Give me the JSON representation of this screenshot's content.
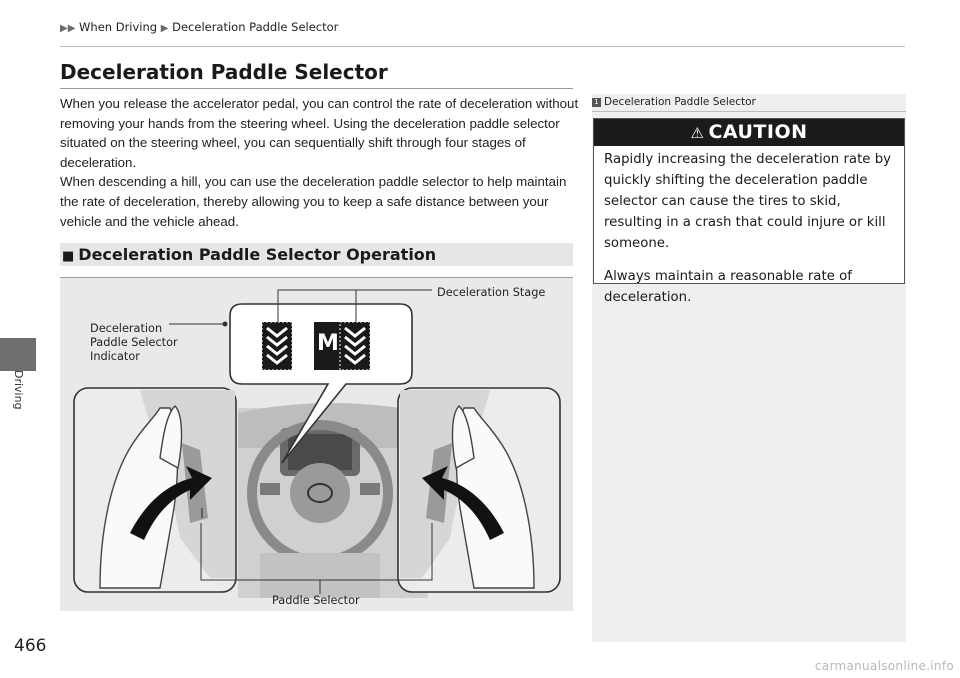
{
  "sidebar": {
    "section": "Driving"
  },
  "breadcrumb": {
    "level1": "When Driving",
    "level2": "Deceleration Paddle Selector"
  },
  "page": {
    "title": "Deceleration Paddle Selector",
    "intro_p1": "When you release the accelerator pedal, you can control the rate of deceleration without removing your hands from the steering wheel. Using the deceleration paddle selector situated on the steering wheel, you can sequentially shift through four stages of deceleration.",
    "intro_p2": "When descending a hill, you can use the deceleration paddle selector to help maintain the rate of deceleration, thereby allowing you to keep a safe distance between your vehicle and the vehicle ahead.",
    "subheading": "Deceleration Paddle Selector Operation",
    "number": "466"
  },
  "figure": {
    "label_indicator": "Deceleration Paddle Selector Indicator",
    "label_stage": "Deceleration Stage",
    "label_paddle": "Paddle Selector",
    "gear_letter": "M"
  },
  "note": {
    "title": "Deceleration Paddle Selector",
    "caution_heading": "CAUTION",
    "caution_p1": "Rapidly increasing the deceleration rate by quickly shifting the deceleration paddle selector can cause the tires to skid, resulting in a crash that could injure or kill someone.",
    "caution_p2": "Always maintain a reasonable rate of deceleration."
  },
  "watermark": "carmanualsonline.info",
  "colors": {
    "tab": "#6f6f6f",
    "caution_bar": "#1b1b1b",
    "figure_bg": "#e9e9e9",
    "note_bg": "#efefef",
    "subhead_bg": "#e6e6e6"
  }
}
